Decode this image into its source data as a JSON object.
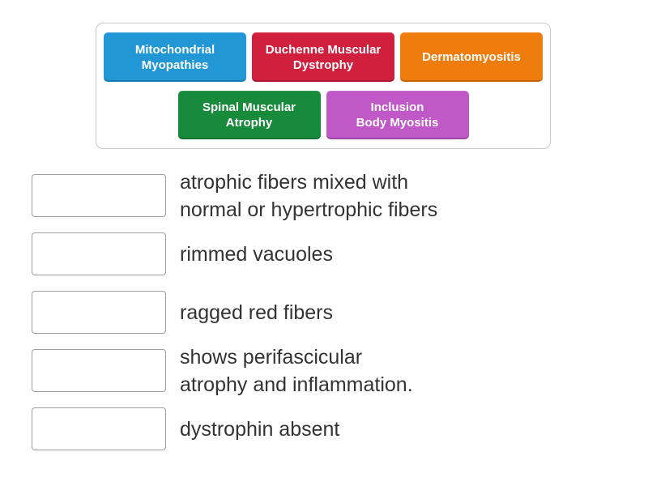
{
  "word_bank": {
    "tiles": [
      {
        "label": "Mitochondrial\nMyopathies",
        "color": "#2197d6"
      },
      {
        "label": "Duchenne Muscular\nDystrophy",
        "color": "#d1203e"
      },
      {
        "label": "Dermatomyositis",
        "color": "#ee7d0e"
      },
      {
        "label": "Spinal Muscular\nAtrophy",
        "color": "#178a3b"
      },
      {
        "label": "Inclusion\nBody Myositis",
        "color": "#c058c8"
      }
    ]
  },
  "match_items": [
    {
      "clue": "atrophic fibers mixed with\nnormal or hypertrophic fibers"
    },
    {
      "clue": "rimmed vacuoles"
    },
    {
      "clue": "ragged red fibers"
    },
    {
      "clue": "shows perifascicular\natrophy and inflammation."
    },
    {
      "clue": "dystrophin absent"
    }
  ]
}
